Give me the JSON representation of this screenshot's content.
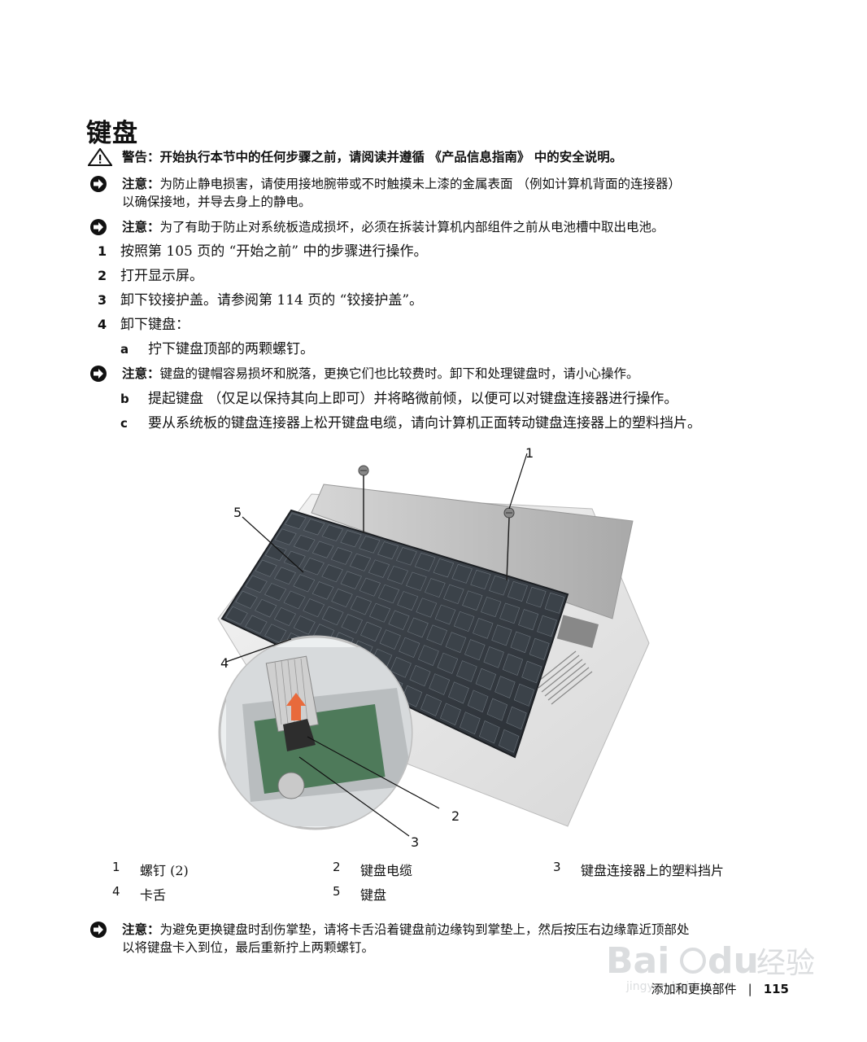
{
  "title": "键盘",
  "warning": {
    "label": "警告：",
    "text": "开始执行本节中的任何步骤之前，请阅读并遵循 《产品信息指南》 中的安全说明。"
  },
  "notice1": {
    "label": "注意：",
    "text": "为防止静电损害，请使用接地腕带或不时触摸未上漆的金属表面 （例如计算机背面的连接器）",
    "text2": "以确保接地，并导去身上的静电。"
  },
  "notice2": {
    "label": "注意：",
    "text": "为了有助于防止对系统板造成损坏，必须在拆装计算机内部组件之前从电池槽中取出电池。"
  },
  "steps": [
    {
      "num": "1",
      "text": "按照第 105 页的 “开始之前” 中的步骤进行操作。"
    },
    {
      "num": "2",
      "text": "打开显示屏。"
    },
    {
      "num": "3",
      "text": "卸下铰接护盖。请参阅第 114 页的 “铰接护盖”。"
    },
    {
      "num": "4",
      "text": "卸下键盘："
    }
  ],
  "substep_a": {
    "num": "a",
    "text": "拧下键盘顶部的两颗螺钉。"
  },
  "notice3": {
    "label": "注意：",
    "text": "键盘的键帽容易损坏和脱落，更换它们也比较费时。卸下和处理键盘时，请小心操作。"
  },
  "substep_b": {
    "num": "b",
    "text": "提起键盘 （仅足以保持其向上即可）并将略微前倾，以便可以对键盘连接器进行操作。"
  },
  "substep_c": {
    "num": "c",
    "text": "要从系统板的键盘连接器上松开键盘电缆，请向计算机正面转动键盘连接器上的塑料挡片。"
  },
  "callouts": [
    "1",
    "2",
    "3",
    "4",
    "5"
  ],
  "legend": [
    {
      "num": "1",
      "text": "螺钉 (2)"
    },
    {
      "num": "2",
      "text": "键盘电缆"
    },
    {
      "num": "3",
      "text": "键盘连接器上的塑料挡片"
    },
    {
      "num": "4",
      "text": "卡舌"
    },
    {
      "num": "5",
      "text": "键盘"
    }
  ],
  "notice4": {
    "label": "注意：",
    "text": "为避免更换键盘时刮伤掌垫，请将卡舌沿着键盘前边缘钩到掌垫上，然后按压右边缘靠近顶部处",
    "text2": "以将键盘卡入到位，最后重新拧上两颗螺钉。"
  },
  "footer": {
    "section": "添加和更换部件",
    "sep": "|",
    "page": "115"
  },
  "watermark": {
    "text": "Baidu 经验",
    "sub": "jingyan.baidu.com"
  }
}
